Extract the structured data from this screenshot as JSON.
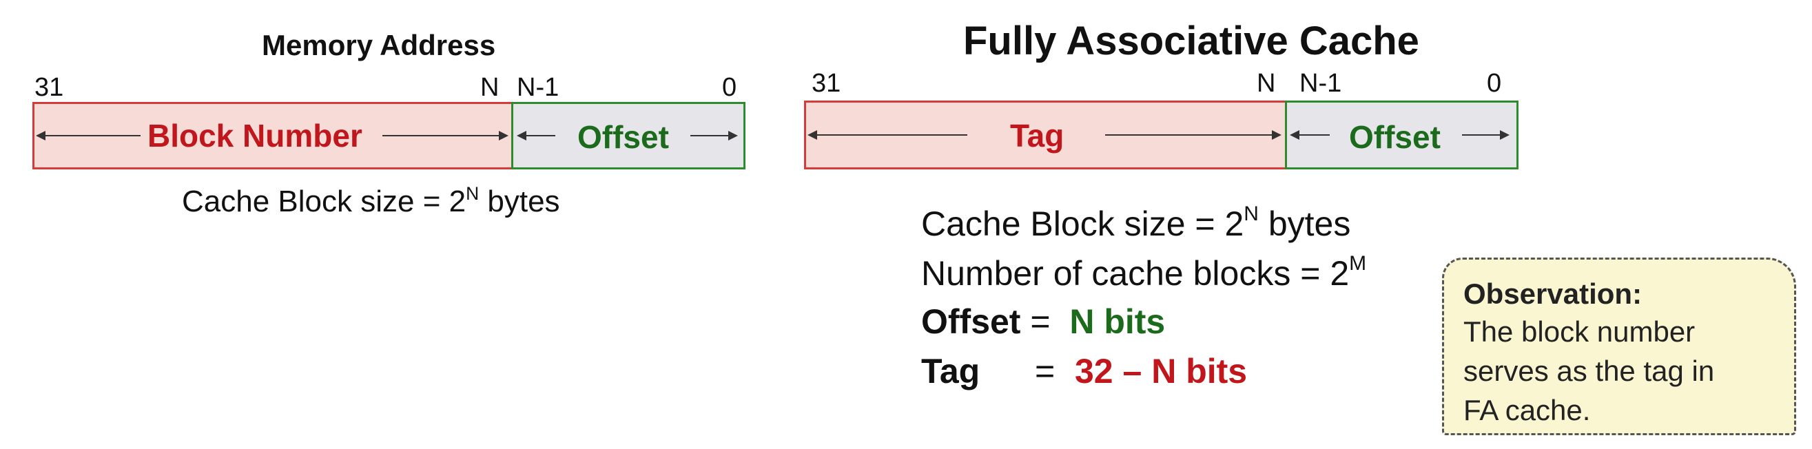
{
  "memory_address": {
    "title": "Memory Address",
    "bit_hi": "31",
    "bit_n": "N",
    "bit_n1": "N-1",
    "bit_lo": "0",
    "block_label": "Block Number",
    "offset_label": "Offset",
    "caption_prefix": "Cache Block size = 2",
    "caption_exp": "N",
    "caption_suffix": " bytes"
  },
  "fa_cache": {
    "title": "Fully Associative Cache",
    "bit_hi": "31",
    "bit_n": "N",
    "bit_n1": "N-1",
    "bit_lo": "0",
    "tag_label": "Tag",
    "offset_label": "Offset",
    "line1_prefix": "Cache Block size = 2",
    "line1_exp": "N",
    "line1_suffix": " bytes",
    "line2_prefix": "Number of cache blocks = 2",
    "line2_exp": "M",
    "offset_name": "Offset",
    "offset_eq": " =  ",
    "offset_value": "N bits",
    "tag_name": "Tag",
    "tag_eq": "=",
    "tag_value": "32 – N bits"
  },
  "observation": {
    "title": "Observation:",
    "lines": [
      "The block number",
      "serves as the tag in",
      "FA cache."
    ]
  },
  "colors": {
    "red": "#c0161c",
    "green": "#1c6b1c",
    "red_fill": "#f6dbd7",
    "green_fill": "#e6e6ea",
    "note_fill": "#fbf6d2"
  }
}
